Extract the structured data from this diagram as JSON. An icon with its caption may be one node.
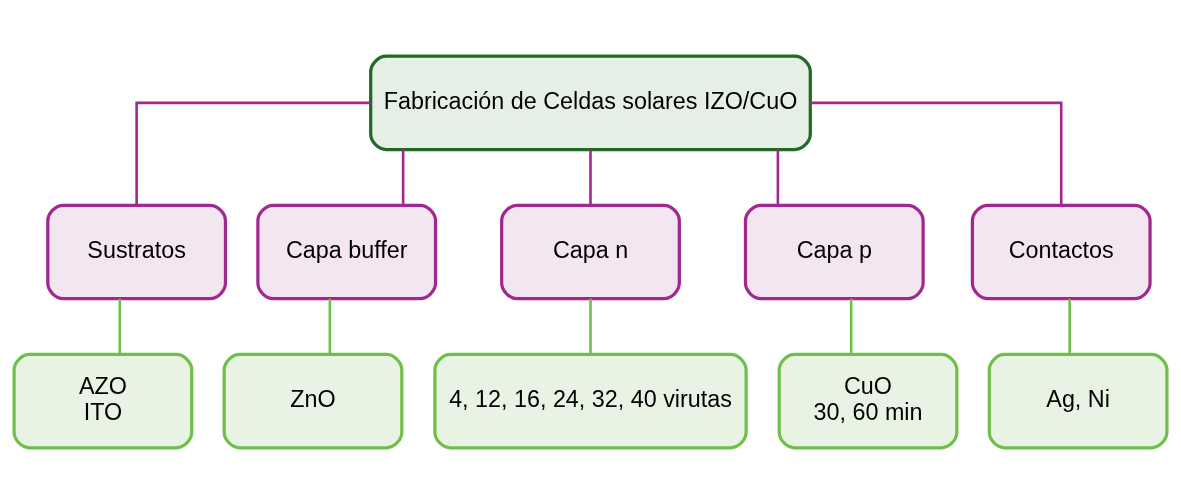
{
  "diagram": {
    "nodes": [
      {
        "text": [
          "Fabricación de Celdas solares IZO/CuO"
        ]
      },
      {
        "text": [
          "Sustratos"
        ]
      },
      {
        "text": [
          "Capa buffer"
        ]
      },
      {
        "text": [
          "Capa n"
        ]
      },
      {
        "text": [
          "Capa p"
        ]
      },
      {
        "text": [
          "Contactos"
        ]
      },
      {
        "text": [
          "AZO",
          "ITO"
        ]
      },
      {
        "text": [
          "ZnO"
        ]
      },
      {
        "text": [
          "4, 12, 16, 24, 32, 40 virutas"
        ]
      },
      {
        "text": [
          "CuO",
          "30, 60 min"
        ]
      },
      {
        "text": [
          "Ag, Ni"
        ]
      }
    ],
    "edges": [
      {
        "from": 0,
        "to": 1,
        "arrow": "none",
        "color": "#a0288f"
      },
      {
        "from": 0,
        "to": 2,
        "arrow": "none",
        "color": "#a0288f"
      },
      {
        "from": 0,
        "to": 3,
        "arrow": "none",
        "color": "#a0288f"
      },
      {
        "from": 0,
        "to": 4,
        "arrow": "none",
        "color": "#a0288f"
      },
      {
        "from": 0,
        "to": 5,
        "arrow": "none",
        "color": "#a0288f"
      },
      {
        "from": 1,
        "to": 6,
        "arrow": "none",
        "color": "#6fbf4a"
      },
      {
        "from": 2,
        "to": 7,
        "arrow": "none",
        "color": "#6fbf4a"
      },
      {
        "from": 3,
        "to": 8,
        "arrow": "none",
        "color": "#6fbf4a"
      },
      {
        "from": 4,
        "to": 9,
        "arrow": "none",
        "color": "#6fbf4a"
      },
      {
        "from": 5,
        "to": 10,
        "arrow": "none",
        "color": "#6fbf4a"
      }
    ]
  }
}
